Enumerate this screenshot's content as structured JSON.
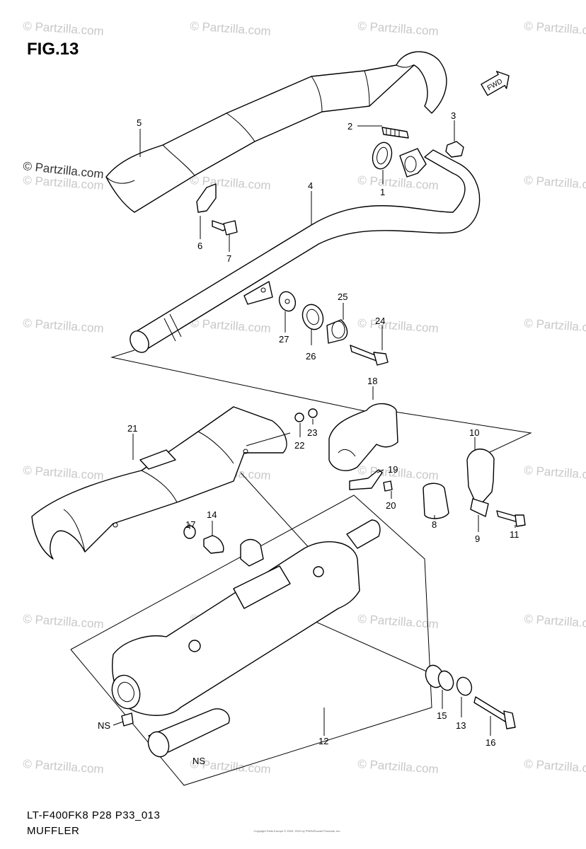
{
  "figure": {
    "title": "FIG.13",
    "model_code": "LT-F400FK8 P28 P33_013",
    "section": "MUFFLER",
    "copyright_note": "Copyright\nParts Europe © 2009, 2010 by PSRN/Suzuki Products, Inc."
  },
  "watermark": {
    "text": "© Partzilla.com",
    "featured_text": "© Partzilla.com"
  },
  "direction_tag": "FWD",
  "callouts": [
    {
      "id": "1",
      "label": "1"
    },
    {
      "id": "2",
      "label": "2"
    },
    {
      "id": "3",
      "label": "3"
    },
    {
      "id": "4",
      "label": "4"
    },
    {
      "id": "5",
      "label": "5"
    },
    {
      "id": "6",
      "label": "6"
    },
    {
      "id": "7",
      "label": "7"
    },
    {
      "id": "8",
      "label": "8"
    },
    {
      "id": "9",
      "label": "9"
    },
    {
      "id": "10",
      "label": "10"
    },
    {
      "id": "11",
      "label": "11"
    },
    {
      "id": "12",
      "label": "12"
    },
    {
      "id": "13",
      "label": "13"
    },
    {
      "id": "14",
      "label": "14"
    },
    {
      "id": "15",
      "label": "15"
    },
    {
      "id": "16",
      "label": "16"
    },
    {
      "id": "17",
      "label": "17"
    },
    {
      "id": "18",
      "label": "18"
    },
    {
      "id": "19",
      "label": "19"
    },
    {
      "id": "20",
      "label": "20"
    },
    {
      "id": "21",
      "label": "21"
    },
    {
      "id": "22",
      "label": "22"
    },
    {
      "id": "23",
      "label": "23"
    },
    {
      "id": "24",
      "label": "24"
    },
    {
      "id": "25",
      "label": "25"
    },
    {
      "id": "26",
      "label": "26"
    },
    {
      "id": "27",
      "label": "27"
    },
    {
      "id": "ns-1",
      "label": "NS"
    },
    {
      "id": "ns-2",
      "label": "NS"
    }
  ]
}
